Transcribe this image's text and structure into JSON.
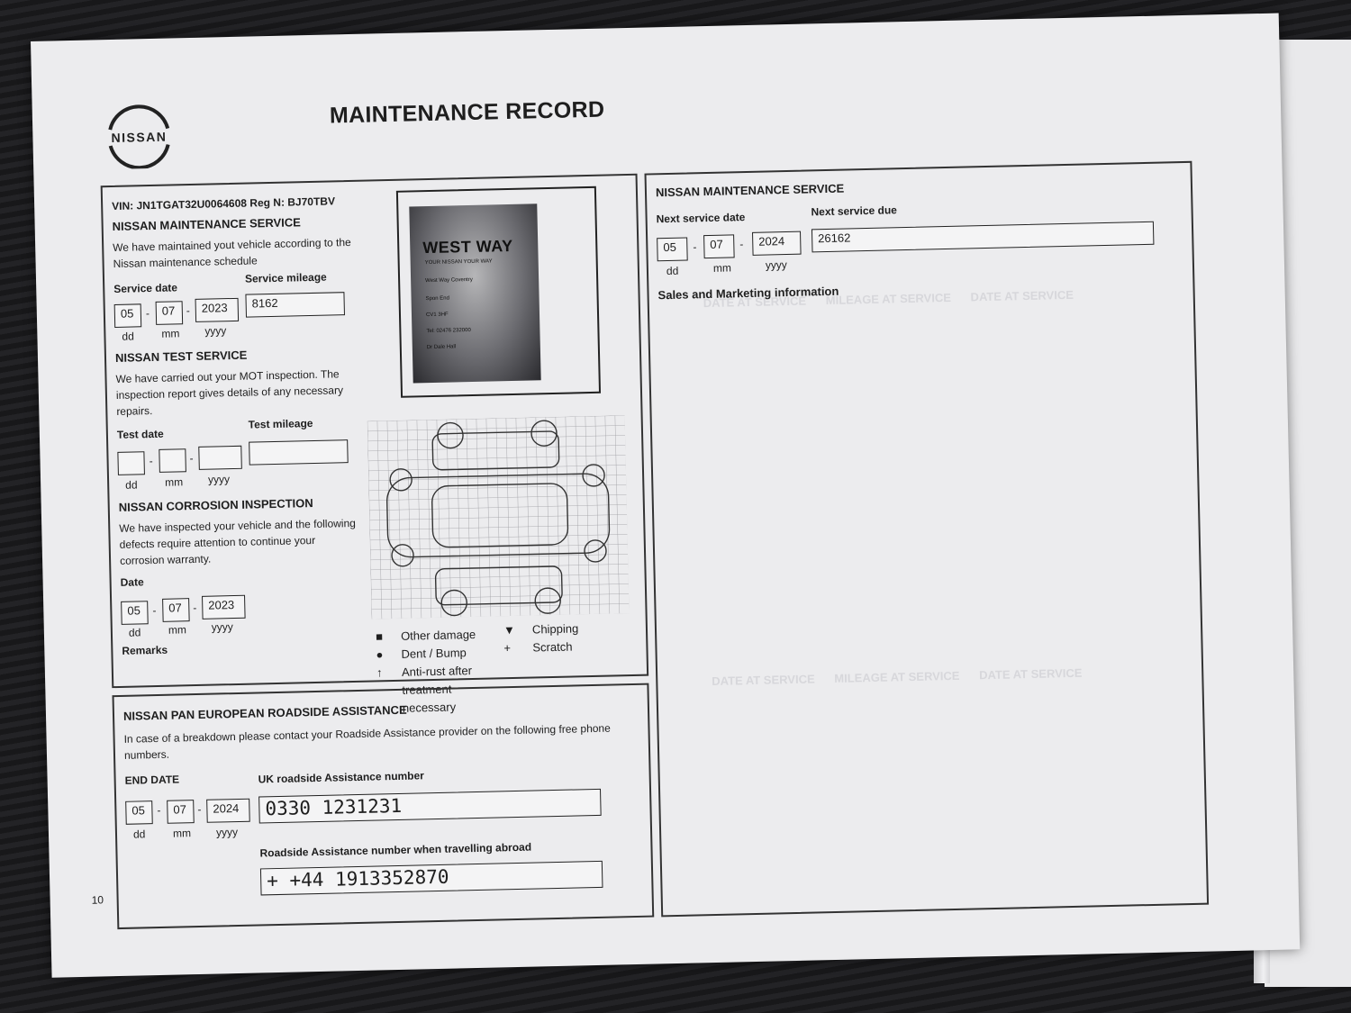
{
  "page": {
    "title": "MAINTENANCE RECORD",
    "number": "10",
    "brand": "NISSAN"
  },
  "service": {
    "vin_line": "VIN: JN1TGAT32U0064608 Reg N: BJ70TBV",
    "heading": "NISSAN MAINTENANCE SERVICE",
    "text": "We have maintained yout vehicle according to the Nissan maintenance schedule",
    "date_label": "Service date",
    "mileage_label": "Service mileage",
    "dd": "05",
    "mm": "07",
    "yyyy": "2023",
    "mileage": "8162"
  },
  "date_hints": {
    "dd": "dd",
    "mm": "mm",
    "yyyy": "yyyy",
    "dash": "-"
  },
  "test": {
    "heading": "NISSAN TEST SERVICE",
    "text": "We have carried out your MOT inspection. The inspection report gives details of any necessary repairs.",
    "date_label": "Test date",
    "mileage_label": "Test mileage"
  },
  "corrosion": {
    "heading": "NISSAN CORROSION INSPECTION",
    "text": "We have inspected your vehicle and the following defects require attention to continue your corrosion warranty.",
    "date_label": "Date",
    "dd": "05",
    "mm": "07",
    "yyyy": "2023",
    "remarks_label": "Remarks"
  },
  "stamp": {
    "brand": "WEST WAY",
    "lines": [
      "YOUR NISSAN YOUR WAY",
      "West Way Coventry",
      "Spon End",
      "CV1 3HF",
      "Tel: 02476 232000",
      "Dr Dale Hall"
    ]
  },
  "legend": {
    "other_damage": "Other damage",
    "dent_bump": "Dent / Bump",
    "anti_rust": "Anti-rust after treatment necessary",
    "chipping": "Chipping",
    "scratch": "Scratch"
  },
  "roadside": {
    "heading": "NISSAN PAN EUROPEAN ROADSIDE ASSISTANCE",
    "text": "In case of a breakdown please contact your Roadside Assistance provider on the following free phone numbers.",
    "end_date_label": "END DATE",
    "dd": "05",
    "mm": "07",
    "yyyy": "2024",
    "uk_label": "UK roadside Assistance number",
    "uk_number": "0330 1231231",
    "abroad_label": "Roadside Assistance number when travelling abroad",
    "abroad_number": "+ +44 1913352870"
  },
  "next": {
    "heading": "NISSAN MAINTENANCE SERVICE",
    "date_label": "Next service date",
    "due_label": "Next service due",
    "dd": "05",
    "mm": "07",
    "yyyy": "2024",
    "due": "26162",
    "sales_label": "Sales and Marketing information"
  },
  "colors": {
    "paper": "#ececee",
    "ink": "#1e1e1e",
    "background": "#1d1d1f"
  }
}
